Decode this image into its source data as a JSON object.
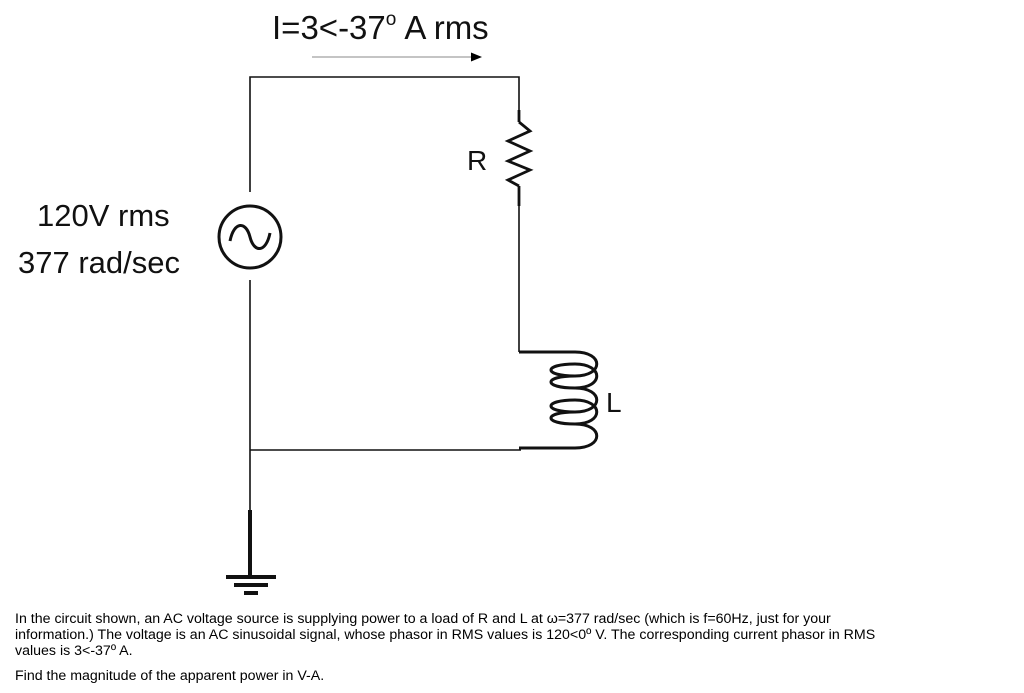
{
  "circuit": {
    "current_label": "I=3<-37",
    "current_degree": "o",
    "current_unit": "A rms",
    "source_voltage": "120V rms",
    "source_frequency": "377 rad/sec",
    "resistor_label": "R",
    "inductor_label": "L"
  },
  "problem": {
    "line1": "In the circuit shown, an AC voltage source is supplying power to a load of R and L at ω=377 rad/sec (which is f=60Hz, just for your",
    "line2": "information.) The voltage is an AC sinusoidal signal, whose phasor in RMS values is  120<0º V. The corresponding current phasor in RMS",
    "line3": "values is  3<-37º A.",
    "question": "Find the magnitude of the apparent power in V-A."
  }
}
